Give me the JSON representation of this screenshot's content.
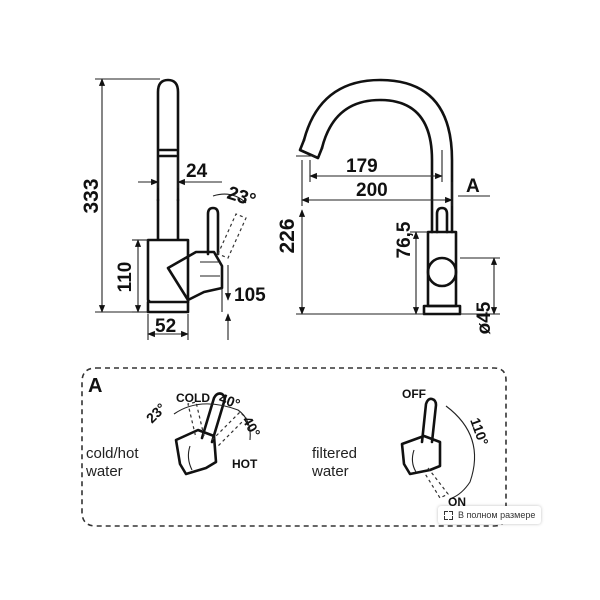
{
  "side_view": {
    "height_total": "333",
    "width_spout": "24",
    "angle_handle": "23°",
    "height_body": "110",
    "depth_handle": "105",
    "width_base": "52"
  },
  "front_view": {
    "reach_inner": "179",
    "reach_outer": "200",
    "detail_marker": "A",
    "height_spout": "226",
    "height_lever": "76,5",
    "diameter_base": "ø45"
  },
  "detail_a": {
    "title": "A",
    "left_caption_line1": "cold/hot",
    "left_caption_line2": "water",
    "angle_tilt": "23°",
    "label_cold": "COLD",
    "angle_left": "40°",
    "angle_right": "40°",
    "label_hot": "HOT",
    "right_caption_line1": "filtered",
    "right_caption_line2": "water",
    "label_off": "OFF",
    "angle_range": "110°",
    "label_on": "ON"
  },
  "badge": {
    "fullsize_label": "В полном размере"
  }
}
